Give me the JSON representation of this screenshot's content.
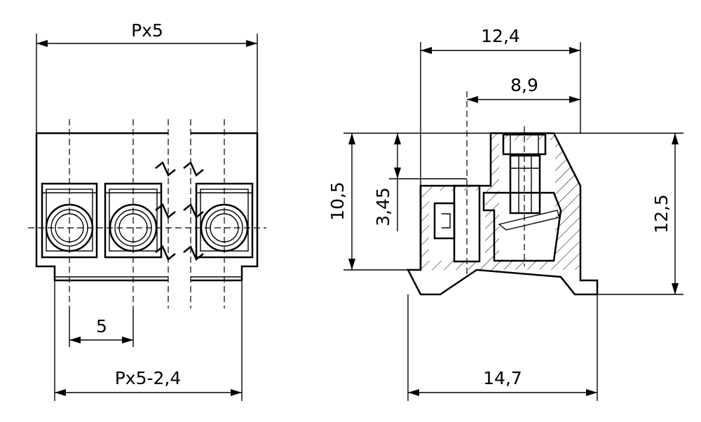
{
  "front_view": {
    "overall_width": "Px5",
    "pitch": "5",
    "bottom_width": "Px5-2,4"
  },
  "side_view": {
    "depth_total": "12,4",
    "depth_pin": "8,9",
    "height_body": "10,5",
    "height_pin": "3,45",
    "height_total": "12,5",
    "base_width": "14,7"
  }
}
